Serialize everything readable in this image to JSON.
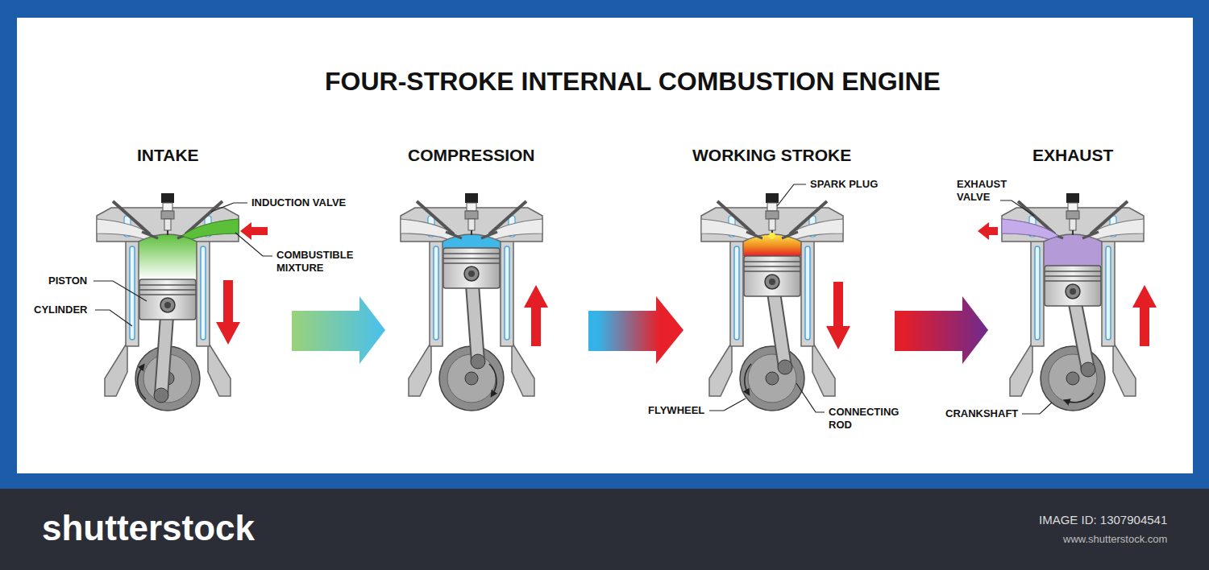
{
  "diagram": {
    "title": "FOUR-STROKE INTERNAL COMBUSTION ENGINE",
    "labels": [
      "INTAKE",
      "COMPRESSION",
      "WORKING STROKE",
      "EXHAUST",
      "INDUCTION VALVE",
      "COMBUSTIBLE MIXTURE",
      "PISTON",
      "CYLINDER",
      "SPARK PLUG",
      "EXHAUST VALVE",
      "FLYWHEEL",
      "CONNECTING ROD",
      "CRANKSHAFT",
      "shutterstock",
      "IMAGE ID: 1307904541",
      "www.shutterstock.com"
    ]
  }
}
